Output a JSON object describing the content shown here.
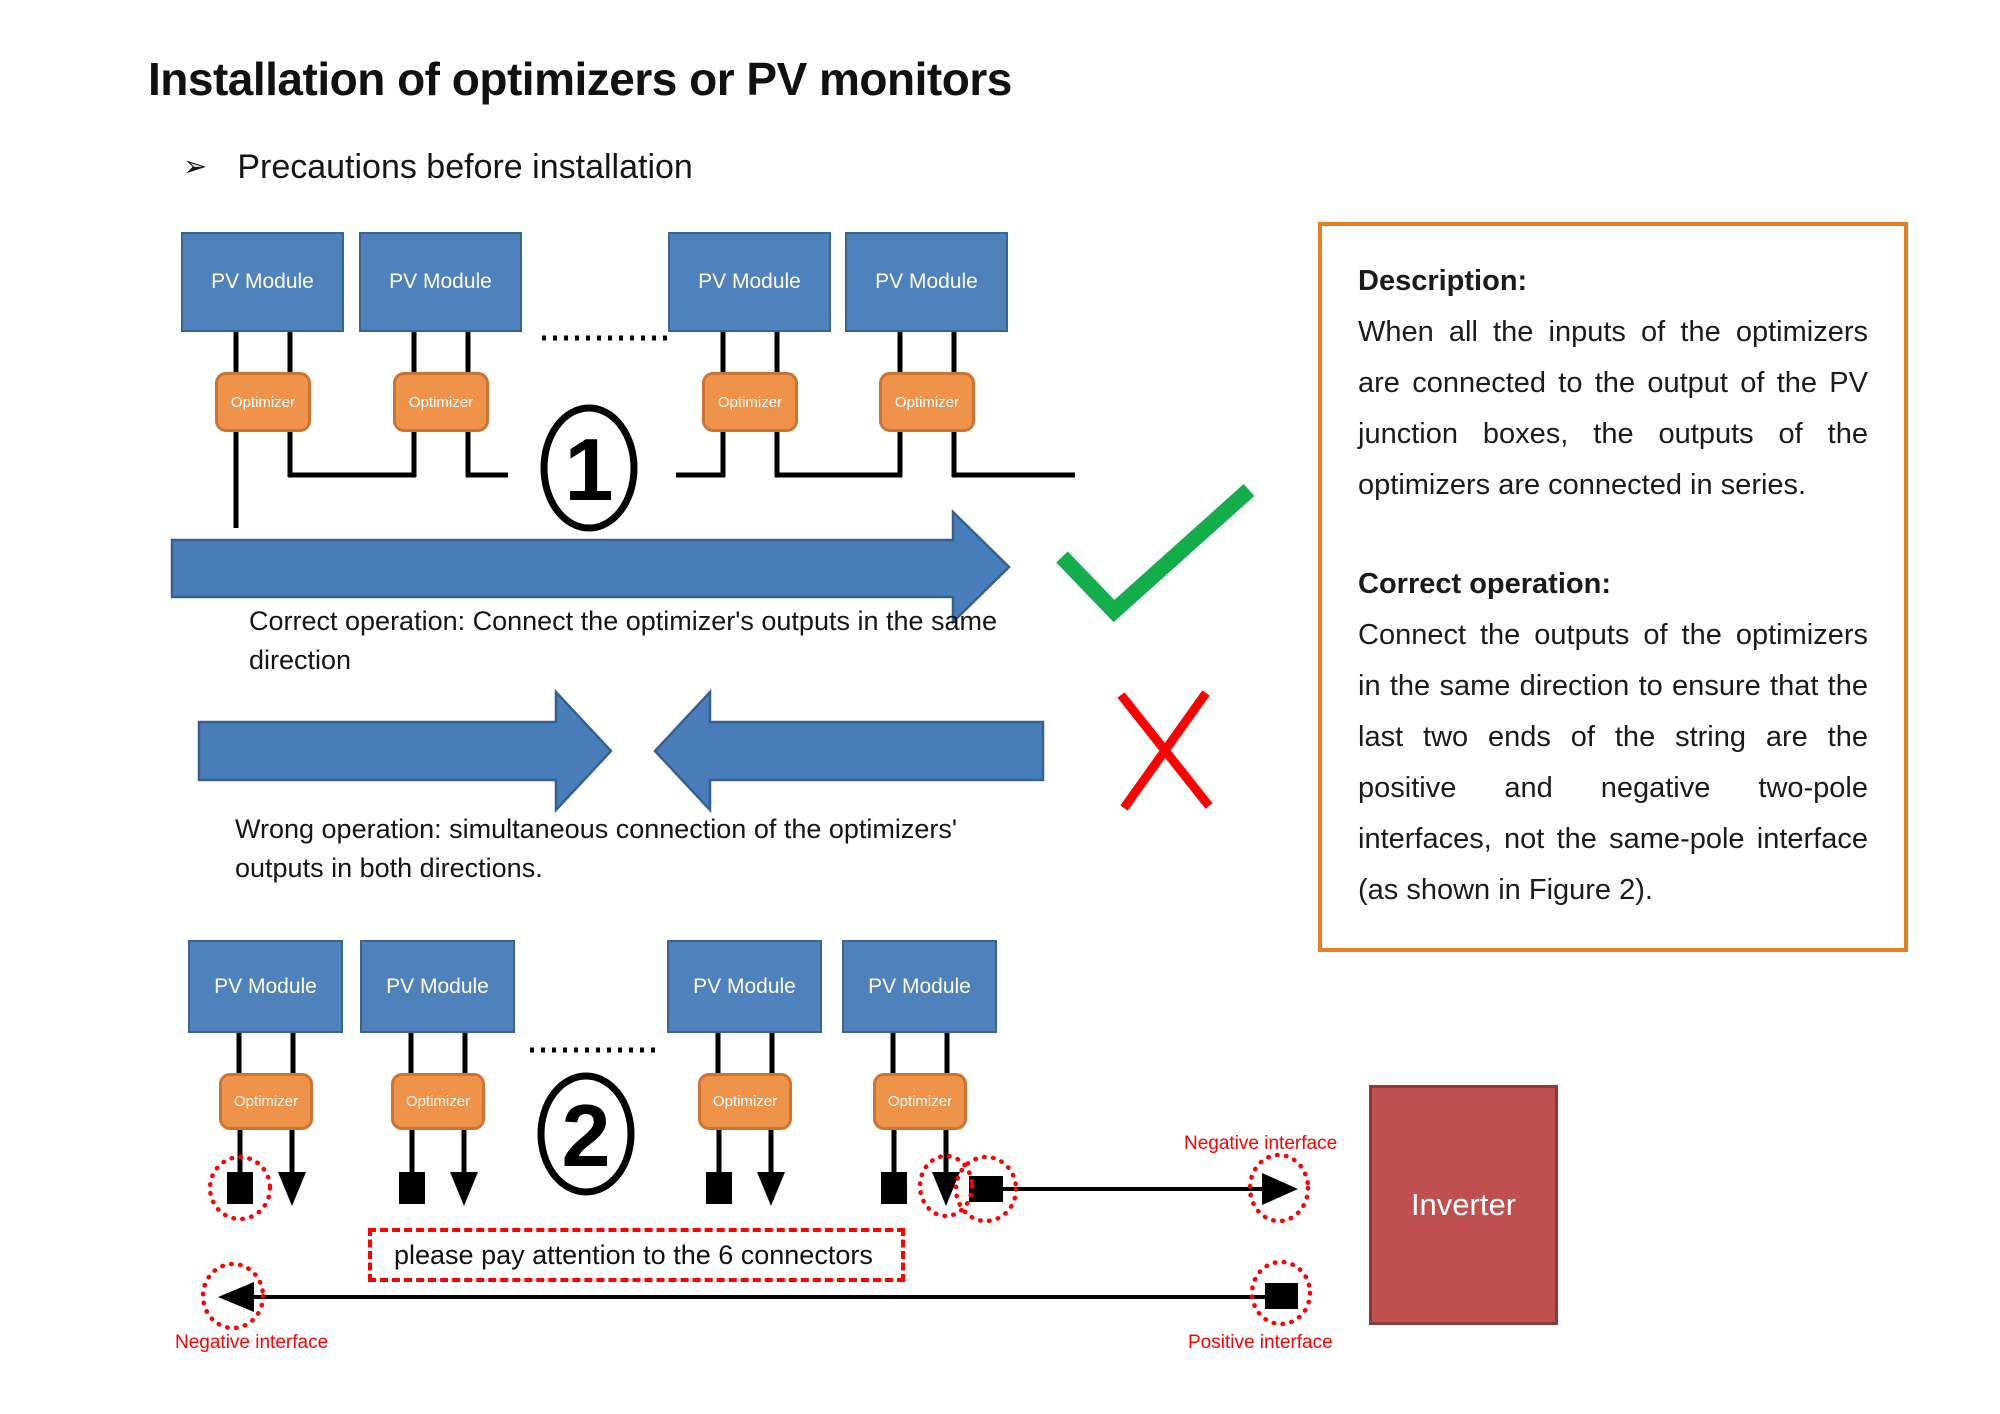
{
  "page": {
    "title": "Installation of optimizers or PV monitors",
    "bullet_glyph": "➢",
    "bullet_text": "Precautions before installation"
  },
  "labels": {
    "pv_module": "PV Module",
    "optimizer": "Optimizer",
    "inverter": "Inverter"
  },
  "figures": {
    "fig1_number": "1",
    "fig2_number": "2"
  },
  "captions": {
    "correct": "Correct operation: Connect the optimizer's outputs in the same direction",
    "wrong": "Wrong operation: simultaneous connection of the optimizers' outputs in both directions."
  },
  "annotations": {
    "connector_note": "please pay attention to the 6 connectors",
    "negative_interface_top": "Negative interface",
    "negative_interface_bottom": "Negative interface",
    "positive_interface": "Positive interface"
  },
  "description_box": {
    "heading1": "Description:",
    "body1": "When all the inputs of the optimizers are connected to the output of the PV junction boxes, the outputs of the optimizers are connected in series.",
    "heading2": "Correct operation:",
    "body2": "Connect the outputs of the optimizers in the same direction to ensure that the last two ends of the string are the positive and negative two-pole interfaces, not the same-pole interface (as shown in Figure 2)."
  },
  "colors": {
    "pv_module_fill": "#4f81bd",
    "pv_module_border": "#3a6494",
    "optimizer_fill": "#f0934a",
    "optimizer_border": "#cd7433",
    "arrow_fill": "#4a7ebb",
    "arrow_border": "#36618f",
    "check_green": "#13ae4b",
    "cross_red": "#ff0000",
    "annotation_red": "#ff0000",
    "inverter_fill": "#c0504d",
    "inverter_border": "#8e3a37",
    "description_box_border": "#e87e22"
  }
}
